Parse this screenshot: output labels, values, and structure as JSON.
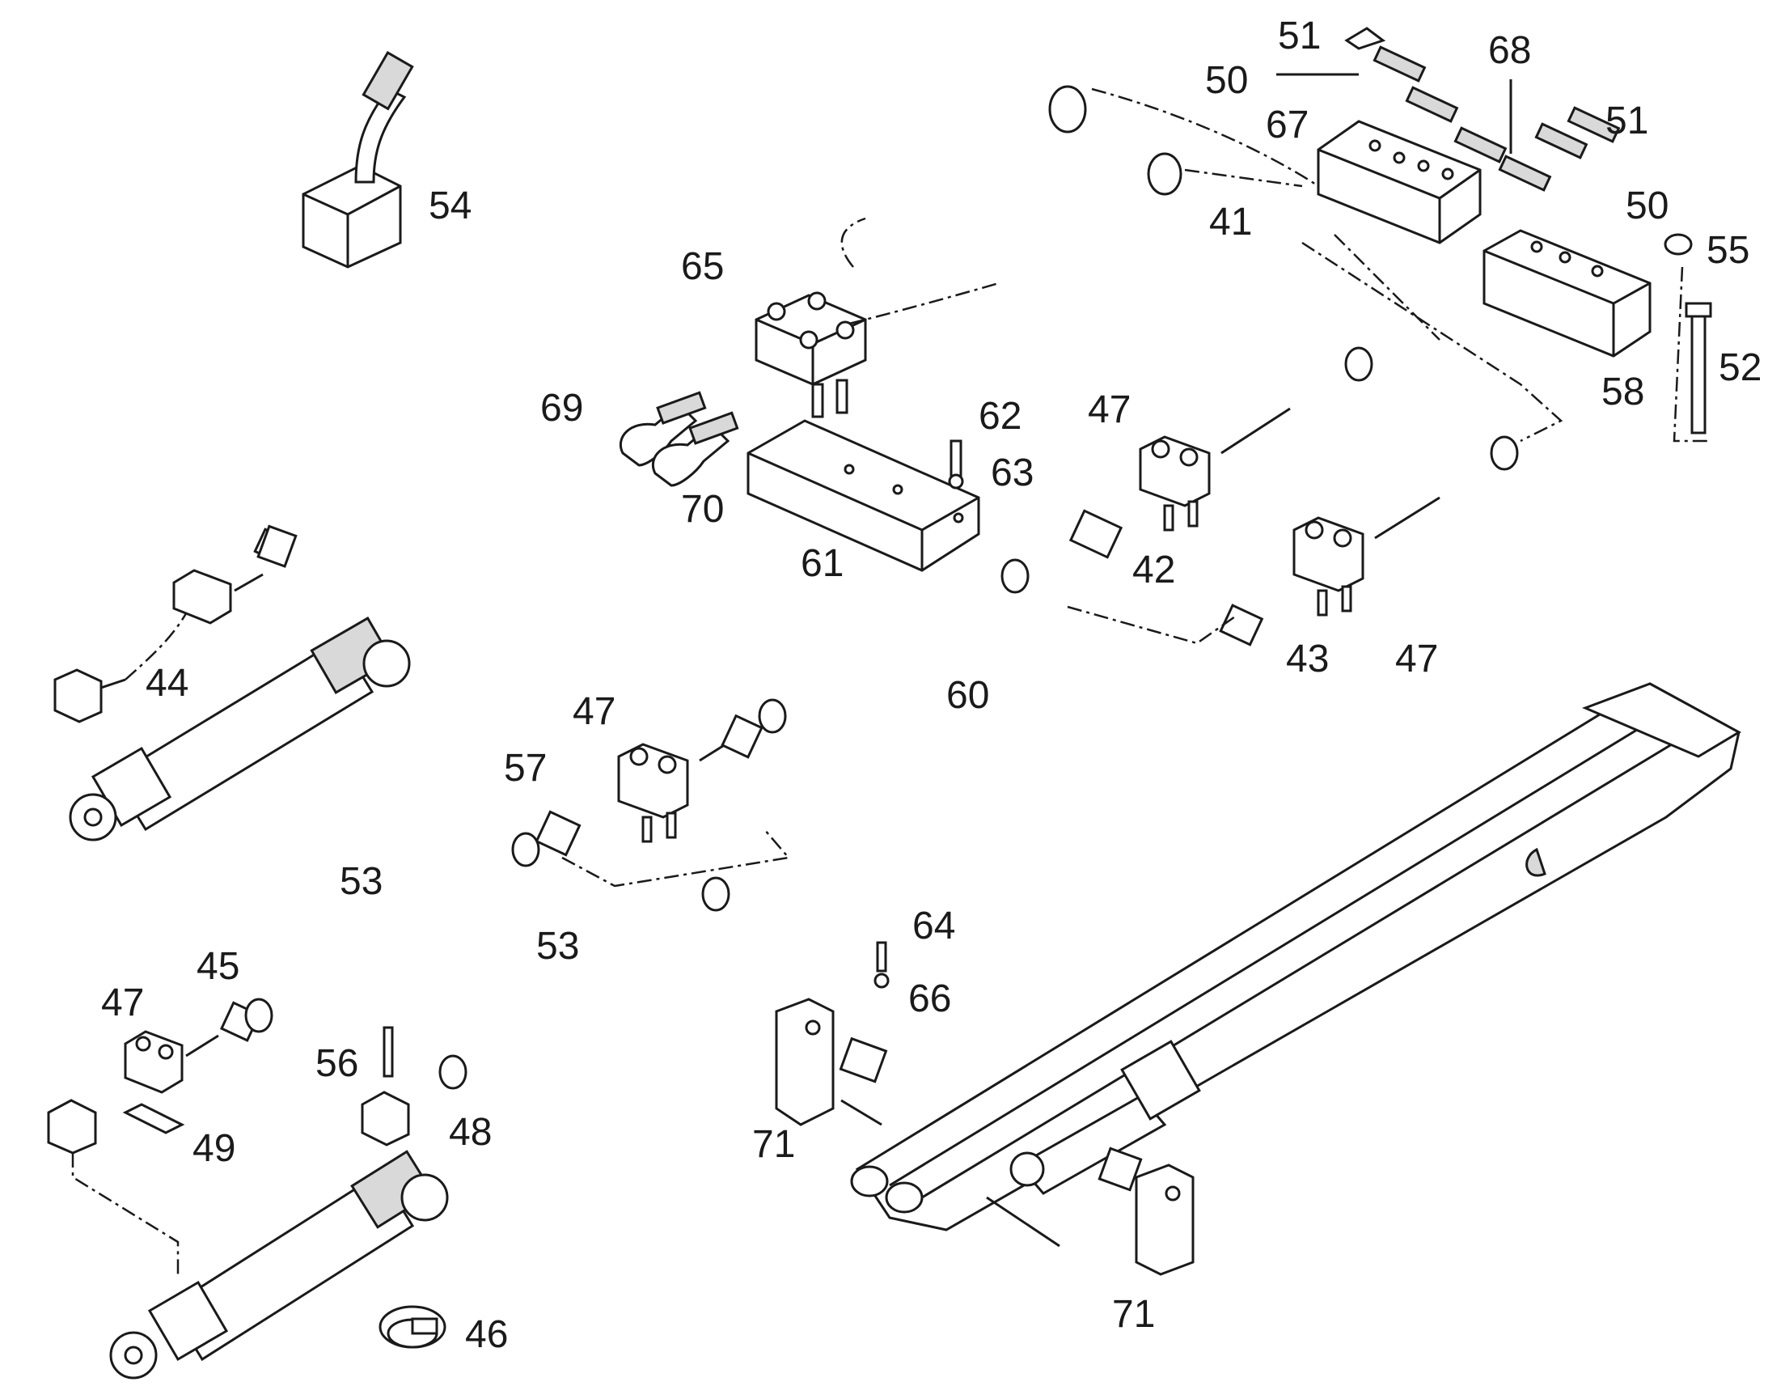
{
  "labels": {
    "l41": "41",
    "l42": "42",
    "l43": "43",
    "l44": "44",
    "l45": "45",
    "l46": "46",
    "l47": "47",
    "l48": "48",
    "l49": "49",
    "l50": "50",
    "l51": "51",
    "l52": "52",
    "l53": "53",
    "l54": "54",
    "l55": "55",
    "l56": "56",
    "l57": "57",
    "l58": "58",
    "l60": "60",
    "l61": "61",
    "l62": "62",
    "l63": "63",
    "l64": "64",
    "l65": "65",
    "l66": "66",
    "l67": "67",
    "l68": "68",
    "l69": "69",
    "l70": "70",
    "l71": "71"
  }
}
